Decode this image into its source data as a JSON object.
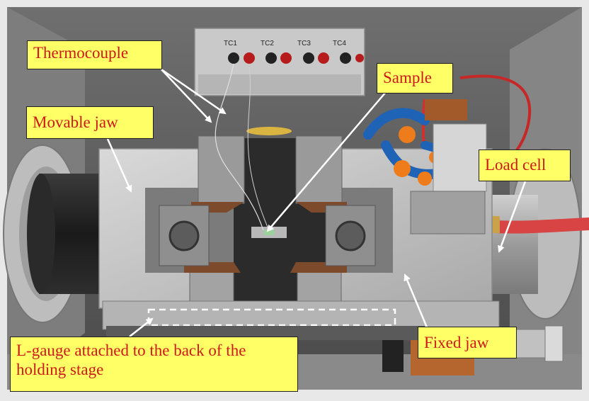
{
  "labels": {
    "thermocouple": "Thermocouple",
    "movable_jaw": "Movable jaw",
    "sample": "Sample",
    "load_cell": "Load cell",
    "fixed_jaw": "Fixed jaw",
    "l_gauge": "L-gauge attached to the back of the holding stage"
  },
  "panel": {
    "tc_labels": [
      "TC1",
      "TC2",
      "TC3",
      "TC4"
    ]
  },
  "colors": {
    "label_bg": "#ffff66",
    "label_text": "#cc1a1a",
    "arrow": "#ffffff"
  }
}
